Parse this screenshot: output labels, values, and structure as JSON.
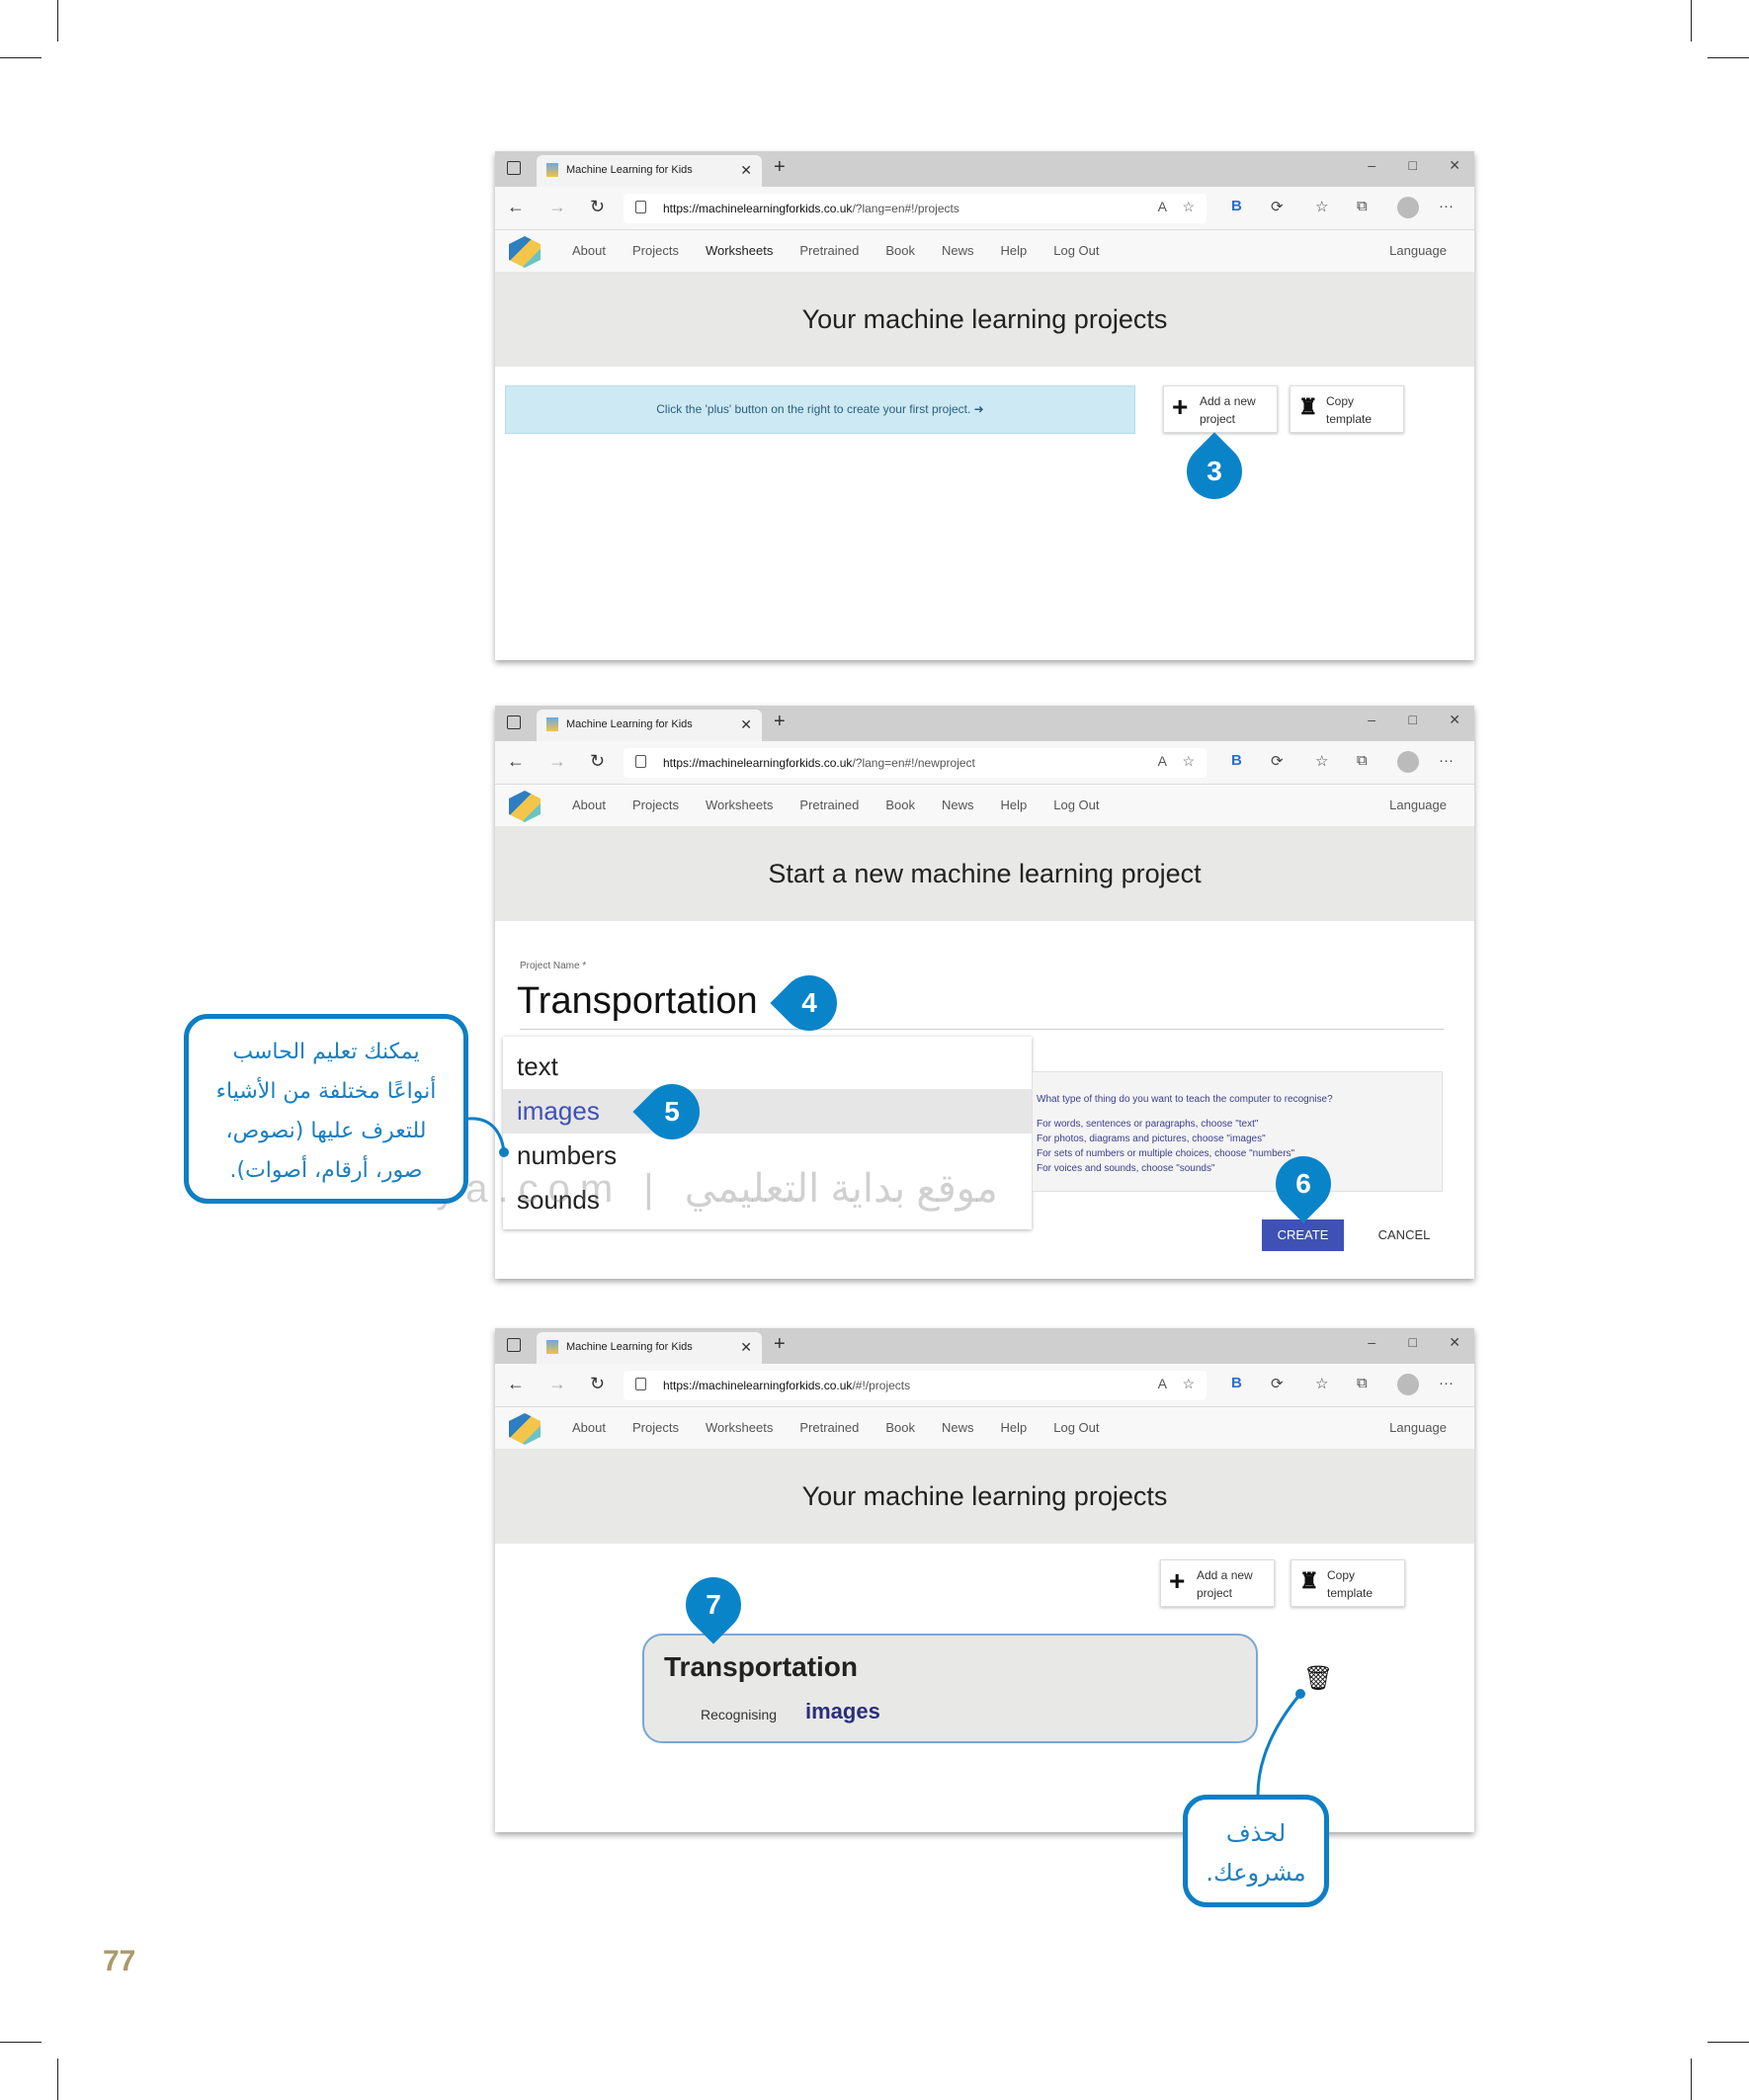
{
  "tab_title": "Machine Learning for Kids",
  "nav_links": [
    "About",
    "Projects",
    "Worksheets",
    "Pretrained",
    "Book",
    "News",
    "Help",
    "Log Out"
  ],
  "language_label": "Language",
  "url_domain": "https://machinelearningforkids.co.uk",
  "browser1": {
    "url_path": "/?lang=en#!/projects",
    "heading": "Your machine learning projects",
    "info_text": "Click the 'plus' button on the right to create your first project.",
    "add_label": "Add a new project",
    "copy_label": "Copy template",
    "marker": "3"
  },
  "browser2": {
    "url_path": "/?lang=en#!/newproject",
    "heading": "Start a new machine learning project",
    "project_name_label": "Project Name *",
    "project_name_value": "Transportation",
    "type_options": [
      "text",
      "images",
      "numbers",
      "sounds"
    ],
    "selected_option": "images",
    "help_title": "What type of thing do you want to teach the computer to recognise?",
    "help_lines": [
      "For words, sentences or paragraphs, choose \"text\"",
      "For photos, diagrams and pictures, choose \"images\"",
      "For sets of numbers or multiple choices, choose \"numbers\"",
      "For voices and sounds, choose \"sounds\""
    ],
    "create_label": "CREATE",
    "cancel_label": "CANCEL",
    "markers": [
      "4",
      "5",
      "6"
    ]
  },
  "browser3": {
    "url_path": "/#!/projects",
    "heading": "Your machine learning projects",
    "add_label": "Add a new project",
    "copy_label": "Copy template",
    "project_title": "Transportation",
    "recognising_label": "Recognising",
    "recognising_type": "images",
    "marker": "7"
  },
  "callout_left": [
    "يمكنك تعليم الحاسب",
    "أنواعًا مختلفة من الأشياء",
    "للتعرف عليها (نصوص،",
    "صور، أرقام، أصوات)."
  ],
  "callout_delete": [
    "لحذف",
    "مشروعك."
  ],
  "watermark": "beadaya.com | موقع بداية التعليمي",
  "page_number": "77",
  "colors": {
    "marker": "#0a84c9",
    "create_button": "#3f51b5",
    "info_bar": "#cde9f3",
    "selected_option_text": "#3f51b5"
  }
}
